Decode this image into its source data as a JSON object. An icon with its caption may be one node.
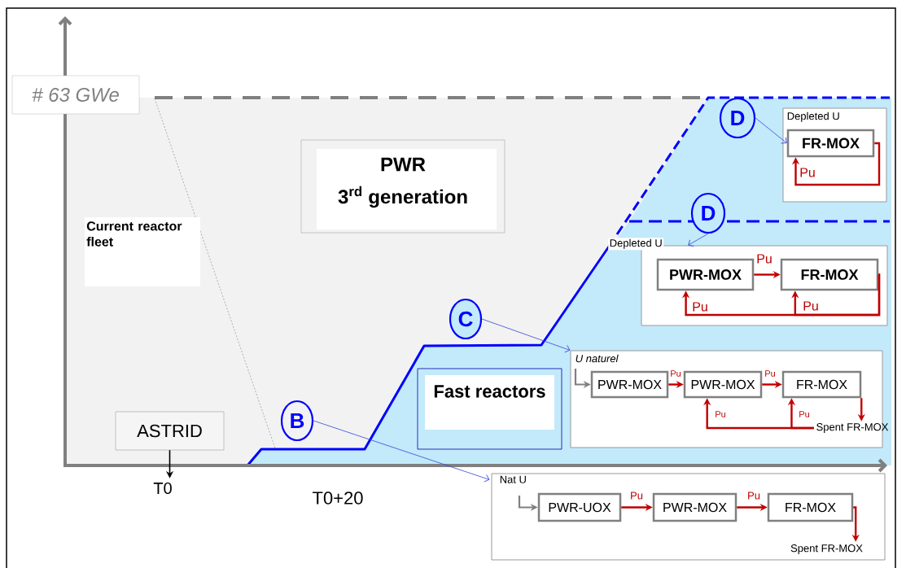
{
  "diagram": {
    "nodes": [
      {
        "text": [
          "# 63 GWe"
        ]
      },
      {
        "text": [
          "PWR",
          "3$^{rd}$ generation"
        ]
      },
      {
        "text": [
          "Current reactor fleet"
        ]
      },
      {
        "text": [
          "D"
        ]
      },
      {
        "text": [
          "Depleted U"
        ]
      },
      {
        "text": [
          "FR-MOX"
        ],
        "in": 4
      },
      {
        "text": [
          "D"
        ]
      },
      {
        "text": [
          "Depleted U"
        ]
      },
      {
        "text": [
          "PWR-MOX"
        ],
        "in": 7
      },
      {
        "text": [
          "FR-MOX"
        ],
        "in": 7
      },
      {
        "text": [
          "C"
        ]
      },
      {
        "text": [
          "Fast reactors"
        ]
      },
      {
        "text": [
          "U naturel"
        ]
      },
      {
        "text": [
          "PWR-MOX"
        ],
        "in": 12
      },
      {
        "text": [
          "PWR-MOX"
        ],
        "in": 12
      },
      {
        "text": [
          "FR-MOX"
        ],
        "in": 12
      },
      {
        "text": [
          "Spent FR-MOX"
        ]
      },
      {
        "text": [
          "ASTRID"
        ]
      },
      {
        "text": [
          "T0"
        ]
      },
      {
        "text": [
          "B"
        ]
      },
      {
        "text": [
          "Nat U"
        ]
      },
      {
        "text": [
          "PWR-UOX"
        ],
        "in": 20
      },
      {
        "text": [
          "PWR-MOX"
        ],
        "in": 20
      },
      {
        "text": [
          "FR-MOX"
        ],
        "in": 20
      },
      {
        "text": [
          "Spent FR-MOX"
        ],
        "in": 20
      }
    ],
    "edges": [
      {
        "from": 3,
        "to": 5,
        "arrow": "to",
        "color": "#3344dd"
      },
      {
        "from": 6,
        "to": 7,
        "arrow": "to",
        "color": "#3344dd"
      },
      {
        "from": 10,
        "to": 12,
        "arrow": "to",
        "color": "#3344dd"
      },
      {
        "from": 19,
        "to": 20,
        "arrow": "to",
        "color": "#3344dd"
      },
      {
        "from": 17,
        "to": 18,
        "arrow": "to",
        "color": "#000000"
      },
      {
        "from": 8,
        "to": 9,
        "arrow": "to",
        "label": "Pu"
      },
      {
        "from": 9,
        "to": 8,
        "arrow": "to",
        "label": "Pu"
      },
      {
        "from": 9,
        "to": 9,
        "arrow": "to",
        "label": "Pu"
      },
      {
        "from": 5,
        "to": 5,
        "arrow": "to",
        "label": "Pu"
      },
      {
        "from": null,
        "to": 13,
        "arrow": "to",
        "color": "#808080"
      },
      {
        "from": 13,
        "to": 14,
        "arrow": "to",
        "label": "Pu"
      },
      {
        "from": 14,
        "to": 15,
        "arrow": "to",
        "label": "Pu"
      },
      {
        "from": 16,
        "to": 14,
        "arrow": "to",
        "label": "Pu"
      },
      {
        "from": 16,
        "to": 15,
        "arrow": "to",
        "label": "Pu"
      },
      {
        "from": 15,
        "to": 16,
        "arrow": "to"
      },
      {
        "from": null,
        "to": 21,
        "arrow": "to",
        "color": "#808080"
      },
      {
        "from": 21,
        "to": 22,
        "arrow": "to",
        "label": "Pu"
      },
      {
        "from": 22,
        "to": 23,
        "arrow": "to",
        "label": "Pu"
      },
      {
        "from": 23,
        "to": 24,
        "arrow": "to"
      }
    ],
    "labels": [
      "T0+20"
    ]
  }
}
